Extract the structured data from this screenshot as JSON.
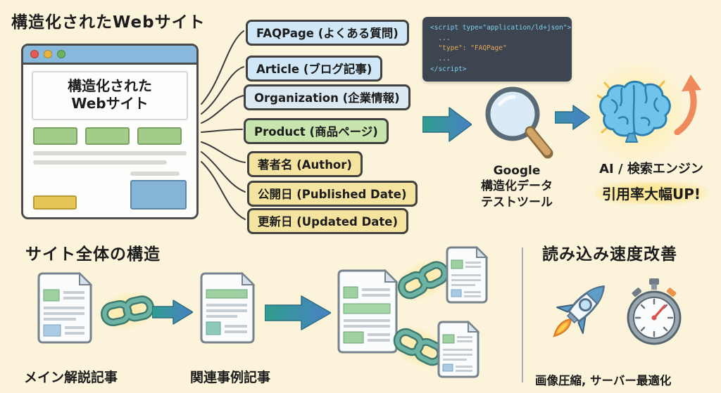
{
  "colors": {
    "background": "#fbf3da",
    "arrow_teal": "#2f9e8e",
    "arrow_blue": "#4a80c4",
    "code_bg": "#3c4550",
    "code_tag_text": "#7fd0f0",
    "code_value_text": "#e8a95c",
    "highlight_glow": "#ffe9a0"
  },
  "header": {
    "title": "構造化されたWebサイト"
  },
  "browser": {
    "title_line1": "構造化された",
    "title_line2": "Webサイト"
  },
  "schema": {
    "items": [
      {
        "label": "FAQPage (よくある質問)",
        "color": "#cfe7f6"
      },
      {
        "label": "Article (ブログ記事)",
        "color": "#cfe7f6"
      },
      {
        "label": "Organization (企業情報)",
        "color": "#dde9f2"
      },
      {
        "label": "Product (商品ページ)",
        "color": "#c8e5ad"
      },
      {
        "label": "著者名 (Author)",
        "color": "#f5e3a0"
      },
      {
        "label": "公開日 (Published Date)",
        "color": "#f5e3a0"
      },
      {
        "label": "更新日 (Updated Date)",
        "color": "#f5e3a0"
      }
    ]
  },
  "code": {
    "lines": [
      "<script type=\"application/ld+json\">",
      "  ...",
      "  \"type\": \"FAQPage\"",
      "  ...",
      "</script>"
    ]
  },
  "google_tool": {
    "line1": "Google",
    "line2": "構造化データ",
    "line3": "テストツール"
  },
  "ai": {
    "line1": "AI / 検索エンジン",
    "line2": "引用率大幅UP!"
  },
  "site_structure": {
    "title": "サイト全体の構造",
    "label_main": "メイン解説記事",
    "label_related": "関連事例記事"
  },
  "speed": {
    "title": "読み込み速度改善",
    "caption": "画像圧縮, サーバー最適化"
  }
}
